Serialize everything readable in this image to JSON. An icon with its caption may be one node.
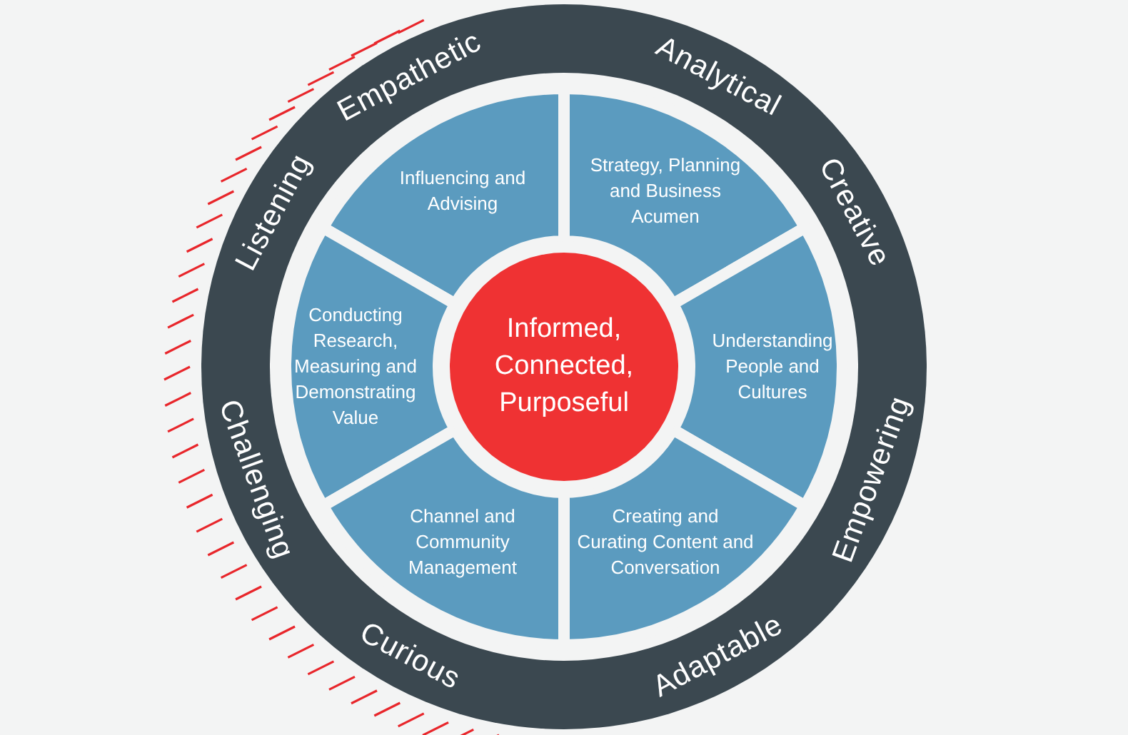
{
  "diagram": {
    "nodes": [
      {
        "text": [
          "Informed, Connected, Purposeful"
        ]
      },
      {
        "text": [
          "Influencing and Advising"
        ]
      },
      {
        "text": [
          "Strategy, Planning and Business Acumen"
        ]
      },
      {
        "text": [
          "Conducting Research, Measuring and Demonstrating Value"
        ]
      },
      {
        "text": [
          "Understanding People and Cultures"
        ]
      },
      {
        "text": [
          "Channel and Community Management"
        ]
      },
      {
        "text": [
          "Creating and Curating Content and Conversation"
        ]
      }
    ],
    "labels": [
      "Empathetic",
      "Analytical",
      "Listening",
      "Creative",
      "Challenging",
      "Empowering",
      "Curious",
      "Adaptable"
    ]
  }
}
